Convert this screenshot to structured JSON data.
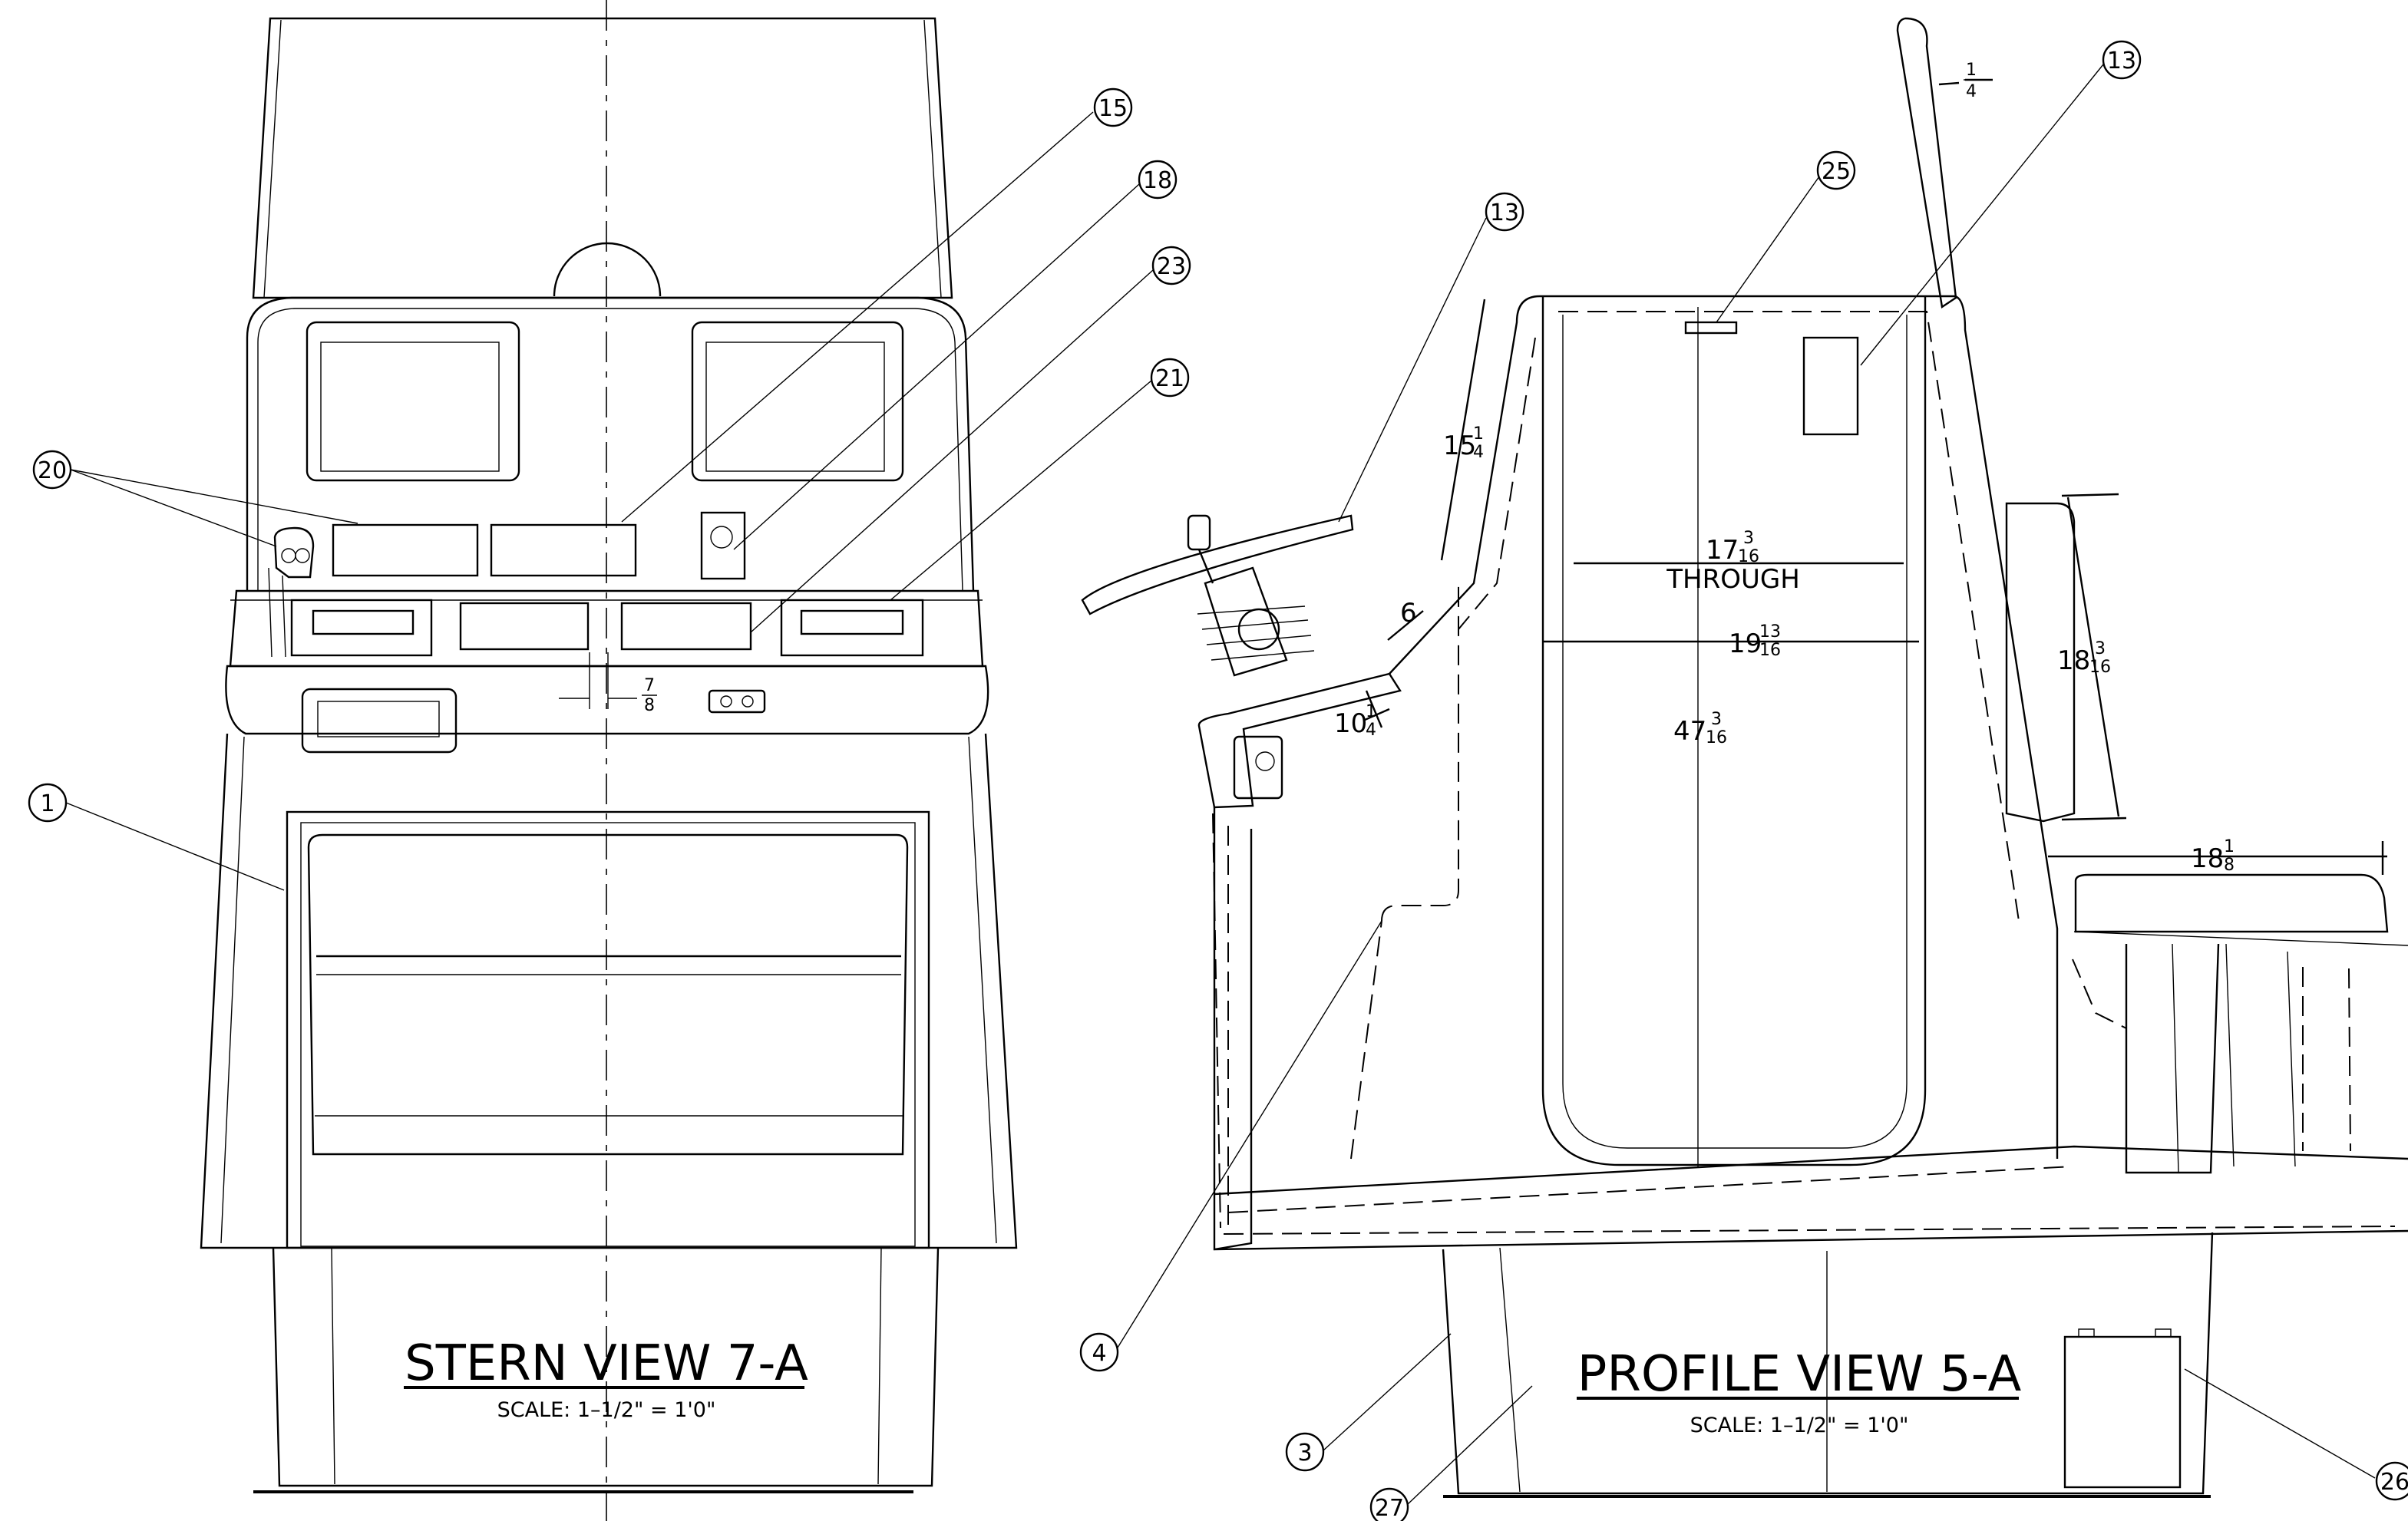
{
  "views": {
    "stern": {
      "title": "STERN VIEW 7-A",
      "scale": "SCALE: 1–1/2\" = 1'0\""
    },
    "profile": {
      "title": "PROFILE VIEW 5-A",
      "scale": "SCALE: 1–1/2\" = 1'0\""
    }
  },
  "callouts": {
    "c15": "15",
    "c18": "18",
    "c23": "23",
    "c21": "21",
    "c20": "20",
    "c1": "1",
    "c13a": "13",
    "c13b": "13",
    "c25": "25",
    "c4": "4",
    "c3": "3",
    "c27": "27",
    "c26": "26"
  },
  "dimensions": {
    "d_78": {
      "whole": "",
      "num": "7",
      "den": "8"
    },
    "d_14": {
      "whole": "",
      "num": "1",
      "den": "4"
    },
    "d_1514": {
      "whole": "15",
      "num": "1",
      "den": "4"
    },
    "d_6": {
      "whole": "6",
      "num": "",
      "den": ""
    },
    "d_1014": {
      "whole": "10",
      "num": "1",
      "den": "4"
    },
    "d_17316": {
      "whole": "17",
      "num": "3",
      "den": "16",
      "note": "THROUGH"
    },
    "d_191316": {
      "whole": "19",
      "num": "13",
      "den": "16"
    },
    "d_47316": {
      "whole": "47",
      "num": "3",
      "den": "16"
    },
    "d_18316": {
      "whole": "18",
      "num": "3",
      "den": "16"
    },
    "d_1818": {
      "whole": "18",
      "num": "1",
      "den": "8"
    }
  }
}
